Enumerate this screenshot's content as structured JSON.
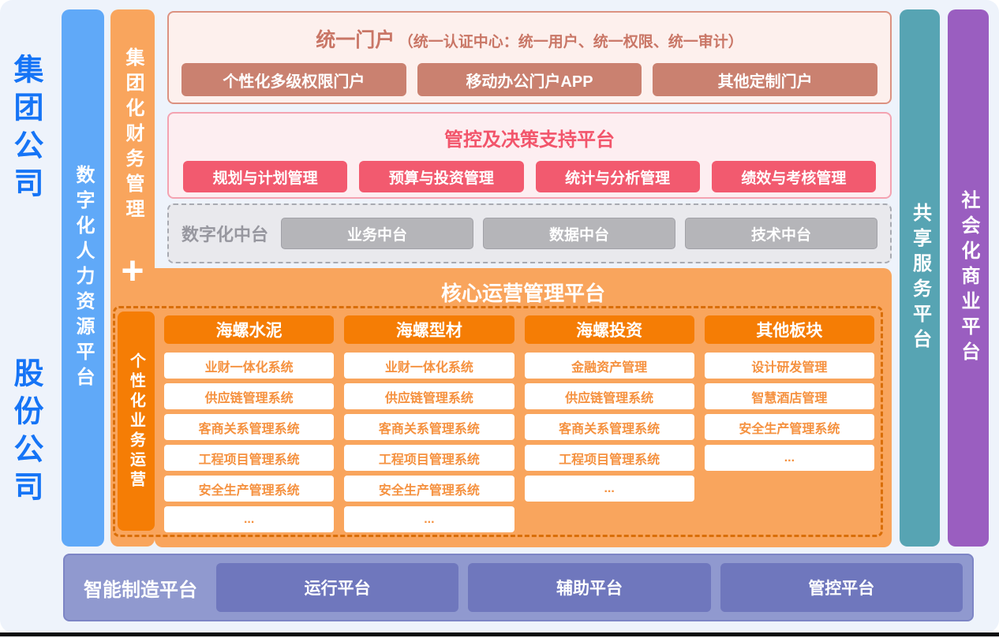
{
  "left_labels": {
    "top": "集团公司",
    "bottom": "股份公司",
    "color": "#1574f6"
  },
  "bars": {
    "hr": {
      "label": "数字化人力资源平台",
      "color": "#60a9f8"
    },
    "finance": {
      "label": "集团化财务管理",
      "plus": "+",
      "color": "#f9a55d"
    },
    "shared": {
      "label": "共享服务平台",
      "color": "#57a4b3"
    },
    "social": {
      "label": "社会化商业平台",
      "color": "#9a5ec0"
    },
    "personalized": {
      "label": "个性化业务运营",
      "color": "#f57d05"
    }
  },
  "portal": {
    "title": "统一门户",
    "subtitle": "（统一认证中心：统一用户、统一权限、统一审计）",
    "buttons": [
      "个性化多级权限门户",
      "移动办公门户APP",
      "其他定制门户"
    ],
    "button_color": "#ca8170",
    "border_color": "#dc9281",
    "bg_color": "#fdf0ed"
  },
  "decision": {
    "title": "管控及决策支持平台",
    "buttons": [
      "规划与计划管理",
      "预算与投资管理",
      "统计与分析管理",
      "绩效与考核管理"
    ],
    "button_color": "#f25a6f",
    "border_color": "#f4a3b1",
    "bg_color": "#fdeef1"
  },
  "middle": {
    "label": "数字化中台",
    "buttons": [
      "业务中台",
      "数据中台",
      "技术中台"
    ],
    "button_color": "#b5b5b9"
  },
  "core": {
    "title": "核心运营管理平台",
    "bg_color": "#f9a55d",
    "dashed_border_color": "#d96e08",
    "columns": [
      {
        "header": "海螺水泥",
        "items": [
          "业财一体化系统",
          "供应链管理系统",
          "客商关系管理系统",
          "工程项目管理系统",
          "安全生产管理系统",
          "..."
        ]
      },
      {
        "header": "海螺型材",
        "items": [
          "业财一体化系统",
          "供应链管理系统",
          "客商关系管理系统",
          "工程项目管理系统",
          "安全生产管理系统",
          "..."
        ]
      },
      {
        "header": "海螺投资",
        "items": [
          "金融资产管理",
          "供应链管理系统",
          "客商关系管理系统",
          "工程项目管理系统",
          "..."
        ]
      },
      {
        "header": "其他板块",
        "items": [
          "设计研发管理",
          "智慧酒店管理",
          "安全生产管理系统",
          "..."
        ]
      }
    ]
  },
  "bottom": {
    "label": "智能制造平台",
    "buttons": [
      "运行平台",
      "辅助平台",
      "管控平台"
    ],
    "bg_color": "#9099cf",
    "button_color": "#6f77bd"
  }
}
